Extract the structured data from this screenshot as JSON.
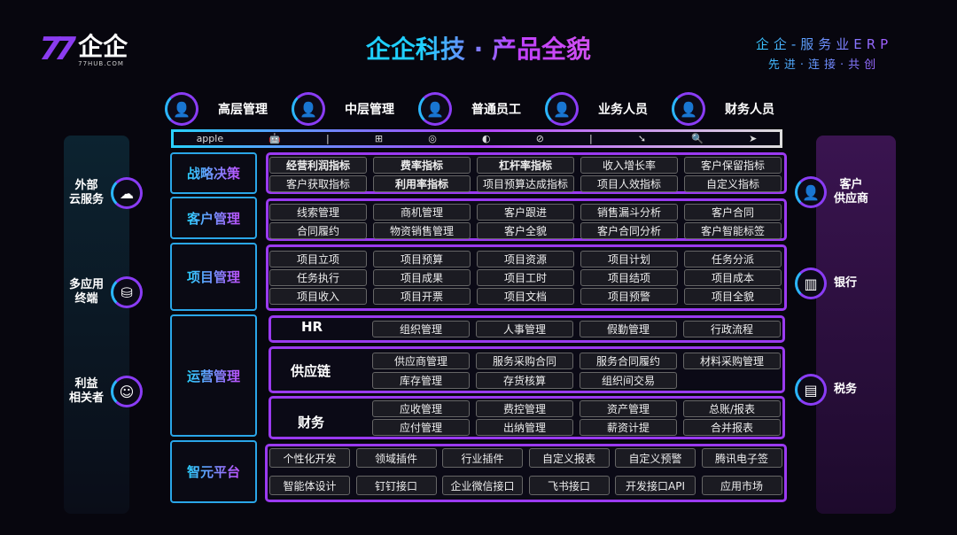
{
  "brand": {
    "logo_text": "企企",
    "logo_sub": "77HUB.COM"
  },
  "title": "企企科技 · 产品全貌",
  "slogan": {
    "line1": "企企-服务业ERP",
    "line2": "先进·连接·共创"
  },
  "roles": [
    "高层管理",
    "中层管理",
    "普通员工",
    "业务人员",
    "财务人员"
  ],
  "platforms": [
    "apple",
    "android",
    "|",
    "windows",
    "chrome",
    "firefox",
    "safari",
    "|",
    "pointer",
    "search",
    "send"
  ],
  "left_items": [
    "外部\n云服务",
    "多应用\n终端",
    "利益\n相关者"
  ],
  "right_items": [
    "客户\n供应商",
    "银行",
    "税务"
  ],
  "sections": {
    "strategy": {
      "label": "战略决策",
      "rows": [
        [
          "经营利润指标",
          "费率指标",
          "杠杆率指标",
          "收入增长率",
          "客户保留指标"
        ],
        [
          "客户获取指标",
          "利用率指标",
          "项目预算达成指标",
          "项目人效指标",
          "自定义指标"
        ]
      ]
    },
    "customer": {
      "label": "客户管理",
      "rows": [
        [
          "线索管理",
          "商机管理",
          "客户跟进",
          "销售漏斗分析",
          "客户合同"
        ],
        [
          "合同履约",
          "物资销售管理",
          "客户全貌",
          "客户合同分析",
          "客户智能标签"
        ]
      ]
    },
    "project": {
      "label": "项目管理",
      "rows": [
        [
          "项目立项",
          "项目预算",
          "项目资源",
          "项目计划",
          "任务分派"
        ],
        [
          "任务执行",
          "项目成果",
          "项目工时",
          "项目结项",
          "项目成本"
        ],
        [
          "项目收入",
          "项目开票",
          "项目文档",
          "项目预警",
          "项目全貌"
        ]
      ]
    },
    "operations": {
      "label": "运营管理",
      "hr": {
        "label": "HR",
        "rows": [
          [
            "组织管理",
            "人事管理",
            "假勤管理",
            "行政流程"
          ]
        ]
      },
      "supply": {
        "label": "供应链",
        "rows": [
          [
            "供应商管理",
            "服务采购合同",
            "服务合同履约",
            "材料采购管理"
          ],
          [
            "库存管理",
            "存货核算",
            "组织间交易"
          ]
        ]
      },
      "finance": {
        "label": "财务",
        "rows": [
          [
            "应收管理",
            "费控管理",
            "资产管理",
            "总账/报表"
          ],
          [
            "应付管理",
            "出纳管理",
            "薪资计提",
            "合并报表"
          ]
        ]
      }
    },
    "platform": {
      "label": "智元平台",
      "rows": [
        [
          "个性化开发",
          "领域插件",
          "行业插件",
          "自定义报表",
          "自定义预警",
          "腾讯电子签"
        ],
        [
          "智能体设计",
          "钉钉接口",
          "企业微信接口",
          "飞书接口",
          "开发接口API",
          "应用市场"
        ]
      ]
    }
  },
  "colors": {
    "cyan": "#2ad0ff",
    "purple": "#9a3af0",
    "bg": "#07060e"
  }
}
